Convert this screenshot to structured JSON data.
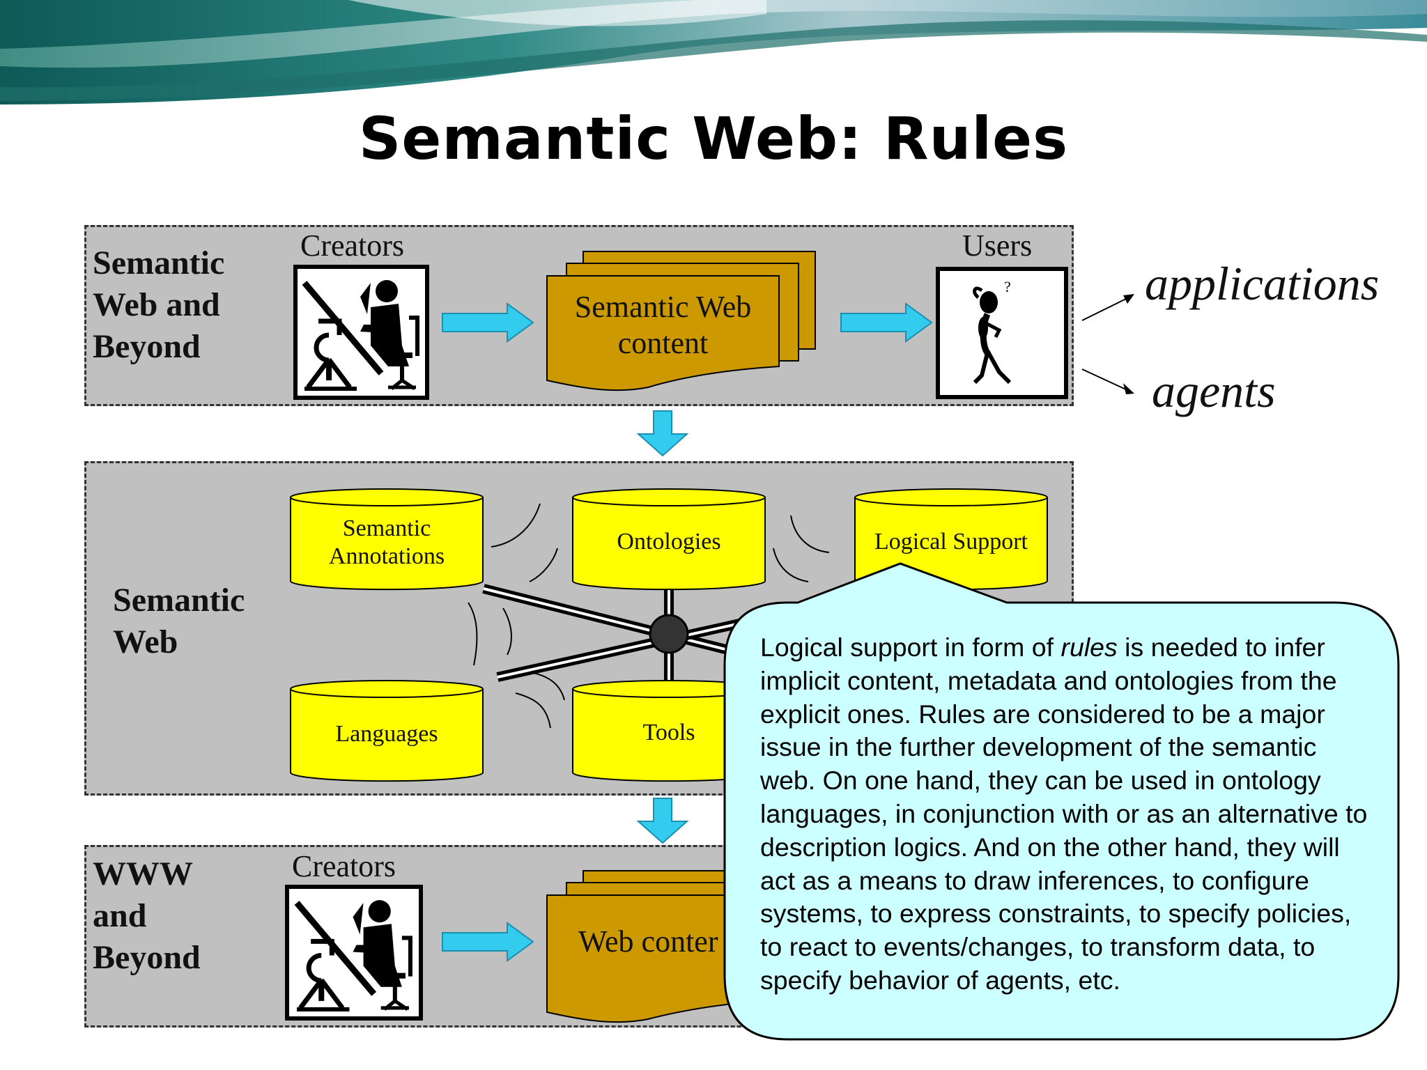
{
  "title": "Semantic Web: Rules",
  "top_panel": {
    "label_lines": [
      "Semantic",
      "Web and",
      "Beyond"
    ],
    "creators_label": "Creators",
    "users_label": "Users",
    "content_lines": [
      "Semantic Web",
      "content"
    ]
  },
  "side_labels": {
    "applications": "applications",
    "agents": "agents"
  },
  "middle_panel": {
    "label_lines": [
      "Semantic",
      "Web"
    ],
    "cylinders": {
      "annotations_lines": [
        "Semantic",
        "Annotations"
      ],
      "ontologies": "Ontologies",
      "logical_support": "Logical Support",
      "languages": "Languages",
      "tools": "Tools"
    }
  },
  "bottom_panel": {
    "label_lines": [
      "WWW",
      "and",
      "Beyond"
    ],
    "creators_label": "Creators",
    "content": "Web conter"
  },
  "callout": {
    "pre": "Logical support in form of ",
    "em": "rules",
    "post": " is needed to infer implicit content, metadata and ontologies from the explicit ones. Rules are considered to be a major issue in the further development of the semantic web. On one hand, they can be used in ontology languages, in conjunction with or as an alternative to description logics. And on the other hand, they will act as a means to draw inferences, to configure systems, to express constraints, to specify policies, to react to events/changes, to transform data, to specify behavior of agents, etc."
  },
  "colors": {
    "panel": "#c0c0c0",
    "document": "#cc9900",
    "cylinder": "#ffff00",
    "arrow": "#33ccee",
    "callout": "#ccffff"
  }
}
